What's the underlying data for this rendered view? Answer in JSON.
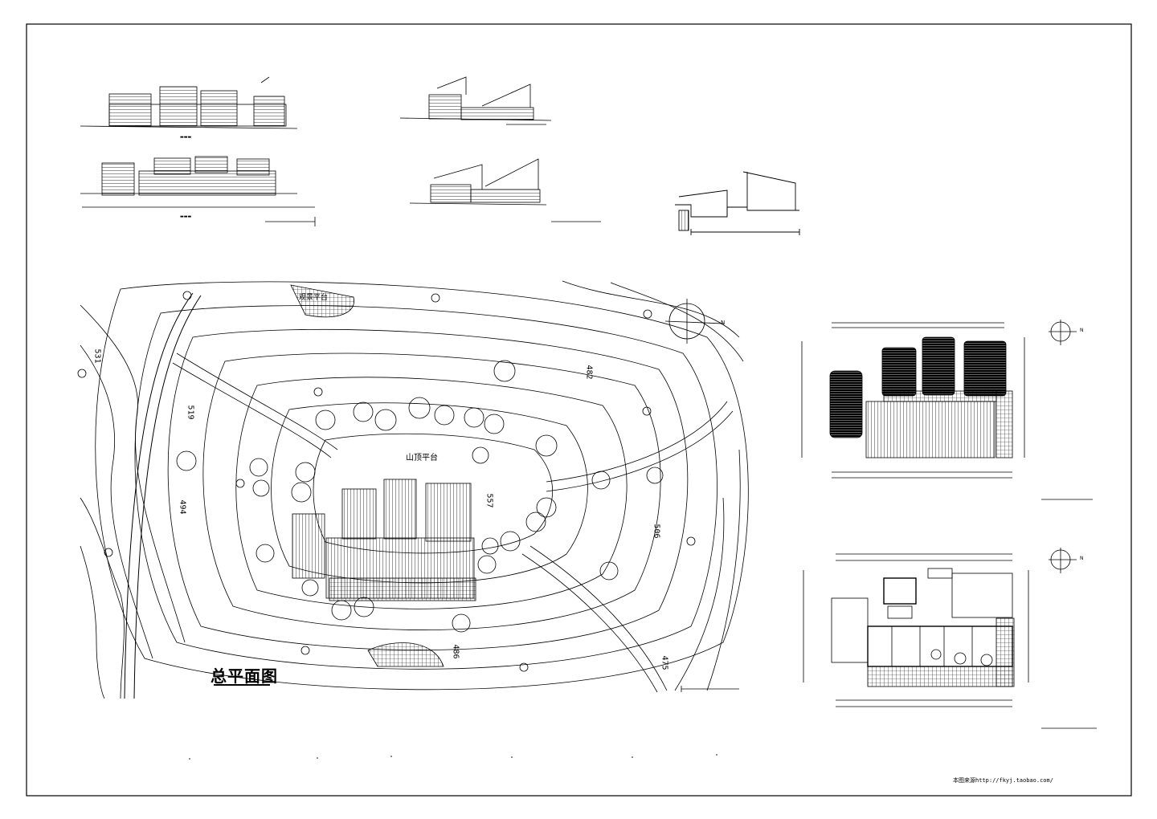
{
  "site_plan": {
    "title": "总平面图",
    "summit_label": "山顶平台",
    "cliff_label": "观景平台",
    "contours": [
      "531",
      "519",
      "494",
      "482",
      "557",
      "506",
      "486",
      "475"
    ],
    "north_marker": "N"
  },
  "roof_plan": {
    "north_marker": "N"
  },
  "floor_plan": {
    "north_marker": "N"
  },
  "watermark": "本图来源http://fkyj.taobao.com/",
  "colors": {
    "line": "#000000",
    "background": "#ffffff"
  }
}
